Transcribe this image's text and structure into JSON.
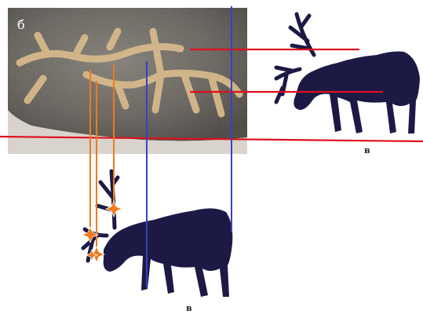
{
  "panel_label": "б",
  "label_top_right": "в",
  "label_bottom": "в",
  "colors": {
    "red_line": "#e0101e",
    "blue_line": "#3b3fc4",
    "orange_line": "#f07a1a",
    "deer": "#1c1a45"
  }
}
